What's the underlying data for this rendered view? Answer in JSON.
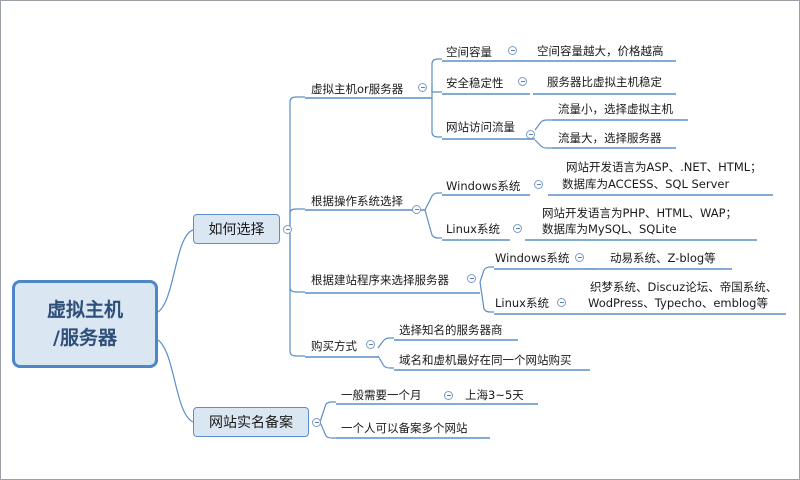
{
  "root": {
    "line1": "虚拟主机",
    "line2": "/服务器"
  },
  "branches": {
    "howto": "如何选择",
    "filing": "网站实名备案"
  },
  "sub": {
    "vhost_or_server": "虚拟主机or服务器",
    "by_os": "根据操作系统选择",
    "by_cms": "根据建站程序来选择服务器",
    "purchase": "购买方式",
    "month": "一般需要一个月",
    "multi_site": "一个人可以备案多个网站"
  },
  "vhost": {
    "space": "空间容量",
    "space_leaf": "空间容量越大，价格越高",
    "stability": "安全稳定性",
    "stability_leaf": "服务器比虚拟主机稳定",
    "traffic": "网站访问流量",
    "traffic_small": "流量小，选择虚拟主机",
    "traffic_large": "流量大，选择服务器"
  },
  "os": {
    "windows": "Windows系统",
    "windows_leaf1": "网站开发语言为ASP、.NET、HTML；",
    "windows_leaf2": "数据库为ACCESS、SQL Server",
    "linux": "Linux系统",
    "linux_leaf1": "网站开发语言为PHP、HTML、WAP；",
    "linux_leaf2": "数据库为MySQL、SQLite"
  },
  "cms": {
    "windows": "Windows系统",
    "windows_leaf": "动易系统、Z-blog等",
    "linux": "Linux系统",
    "linux_leaf1": "织梦系统、Discuz论坛、帝国系统、",
    "linux_leaf2": "WodPress、Typecho、emblog等"
  },
  "buy": {
    "known_provider": "选择知名的服务器商",
    "same_site": "域名和虚机最好在同一个网站购买"
  },
  "filing": {
    "shanghai": "上海3~5天"
  },
  "colors": {
    "line": "#5b8fc9",
    "root_fill": "#dbe6f3",
    "root_border": "#4f86c6"
  }
}
